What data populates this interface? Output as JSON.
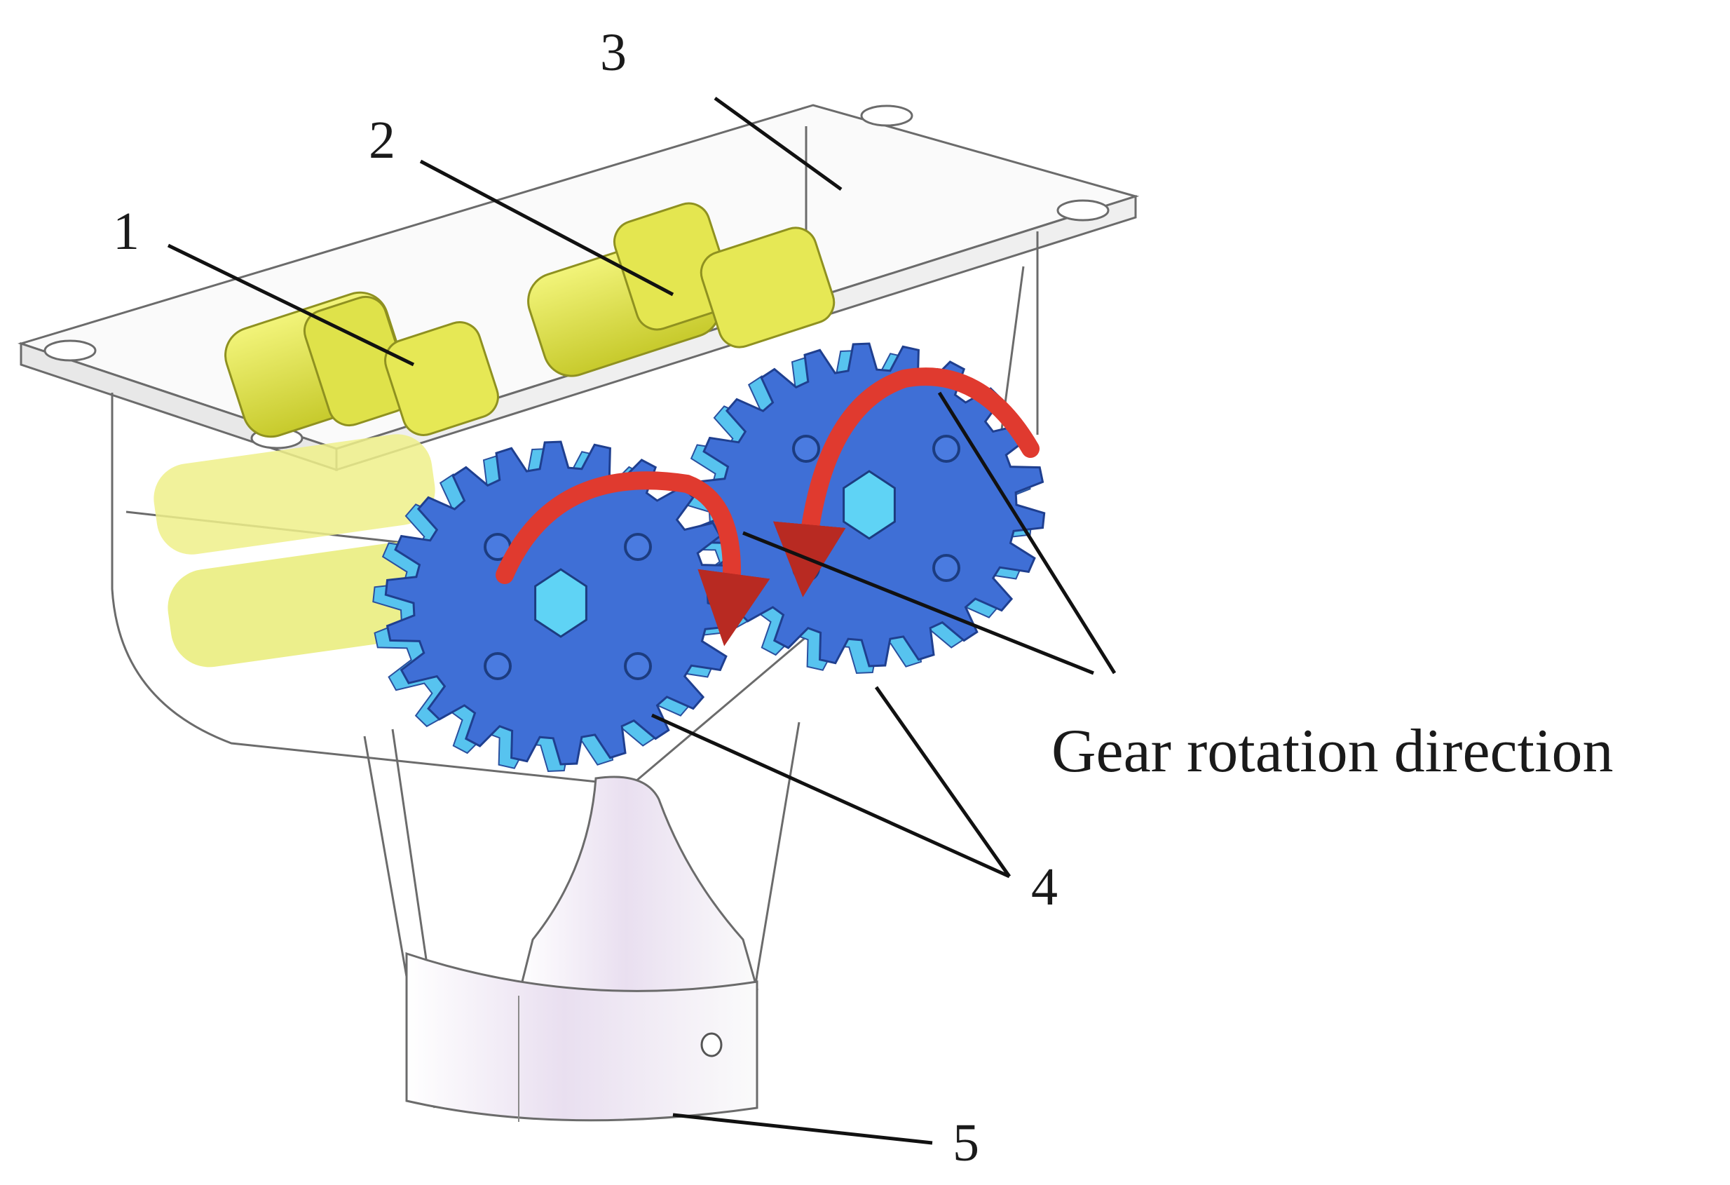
{
  "diagram": {
    "labels": {
      "one": "1",
      "two": "2",
      "three": "3",
      "four": "4",
      "five": "5",
      "rotation": "Gear rotation direction"
    },
    "colors": {
      "gear_face": "#3f6fd6",
      "gear_tooth_side": "#57c3ef",
      "roller": "#e8ec5a",
      "roller_shade": "#c9cc2e",
      "housing": "#f4f4f4",
      "nozzle": "#ece4ee",
      "arrow": "#e03a2f"
    },
    "icons": [
      "left-gear-icon",
      "right-gear-icon",
      "rotation-arrow-icon",
      "fluted-roller-icon"
    ]
  }
}
